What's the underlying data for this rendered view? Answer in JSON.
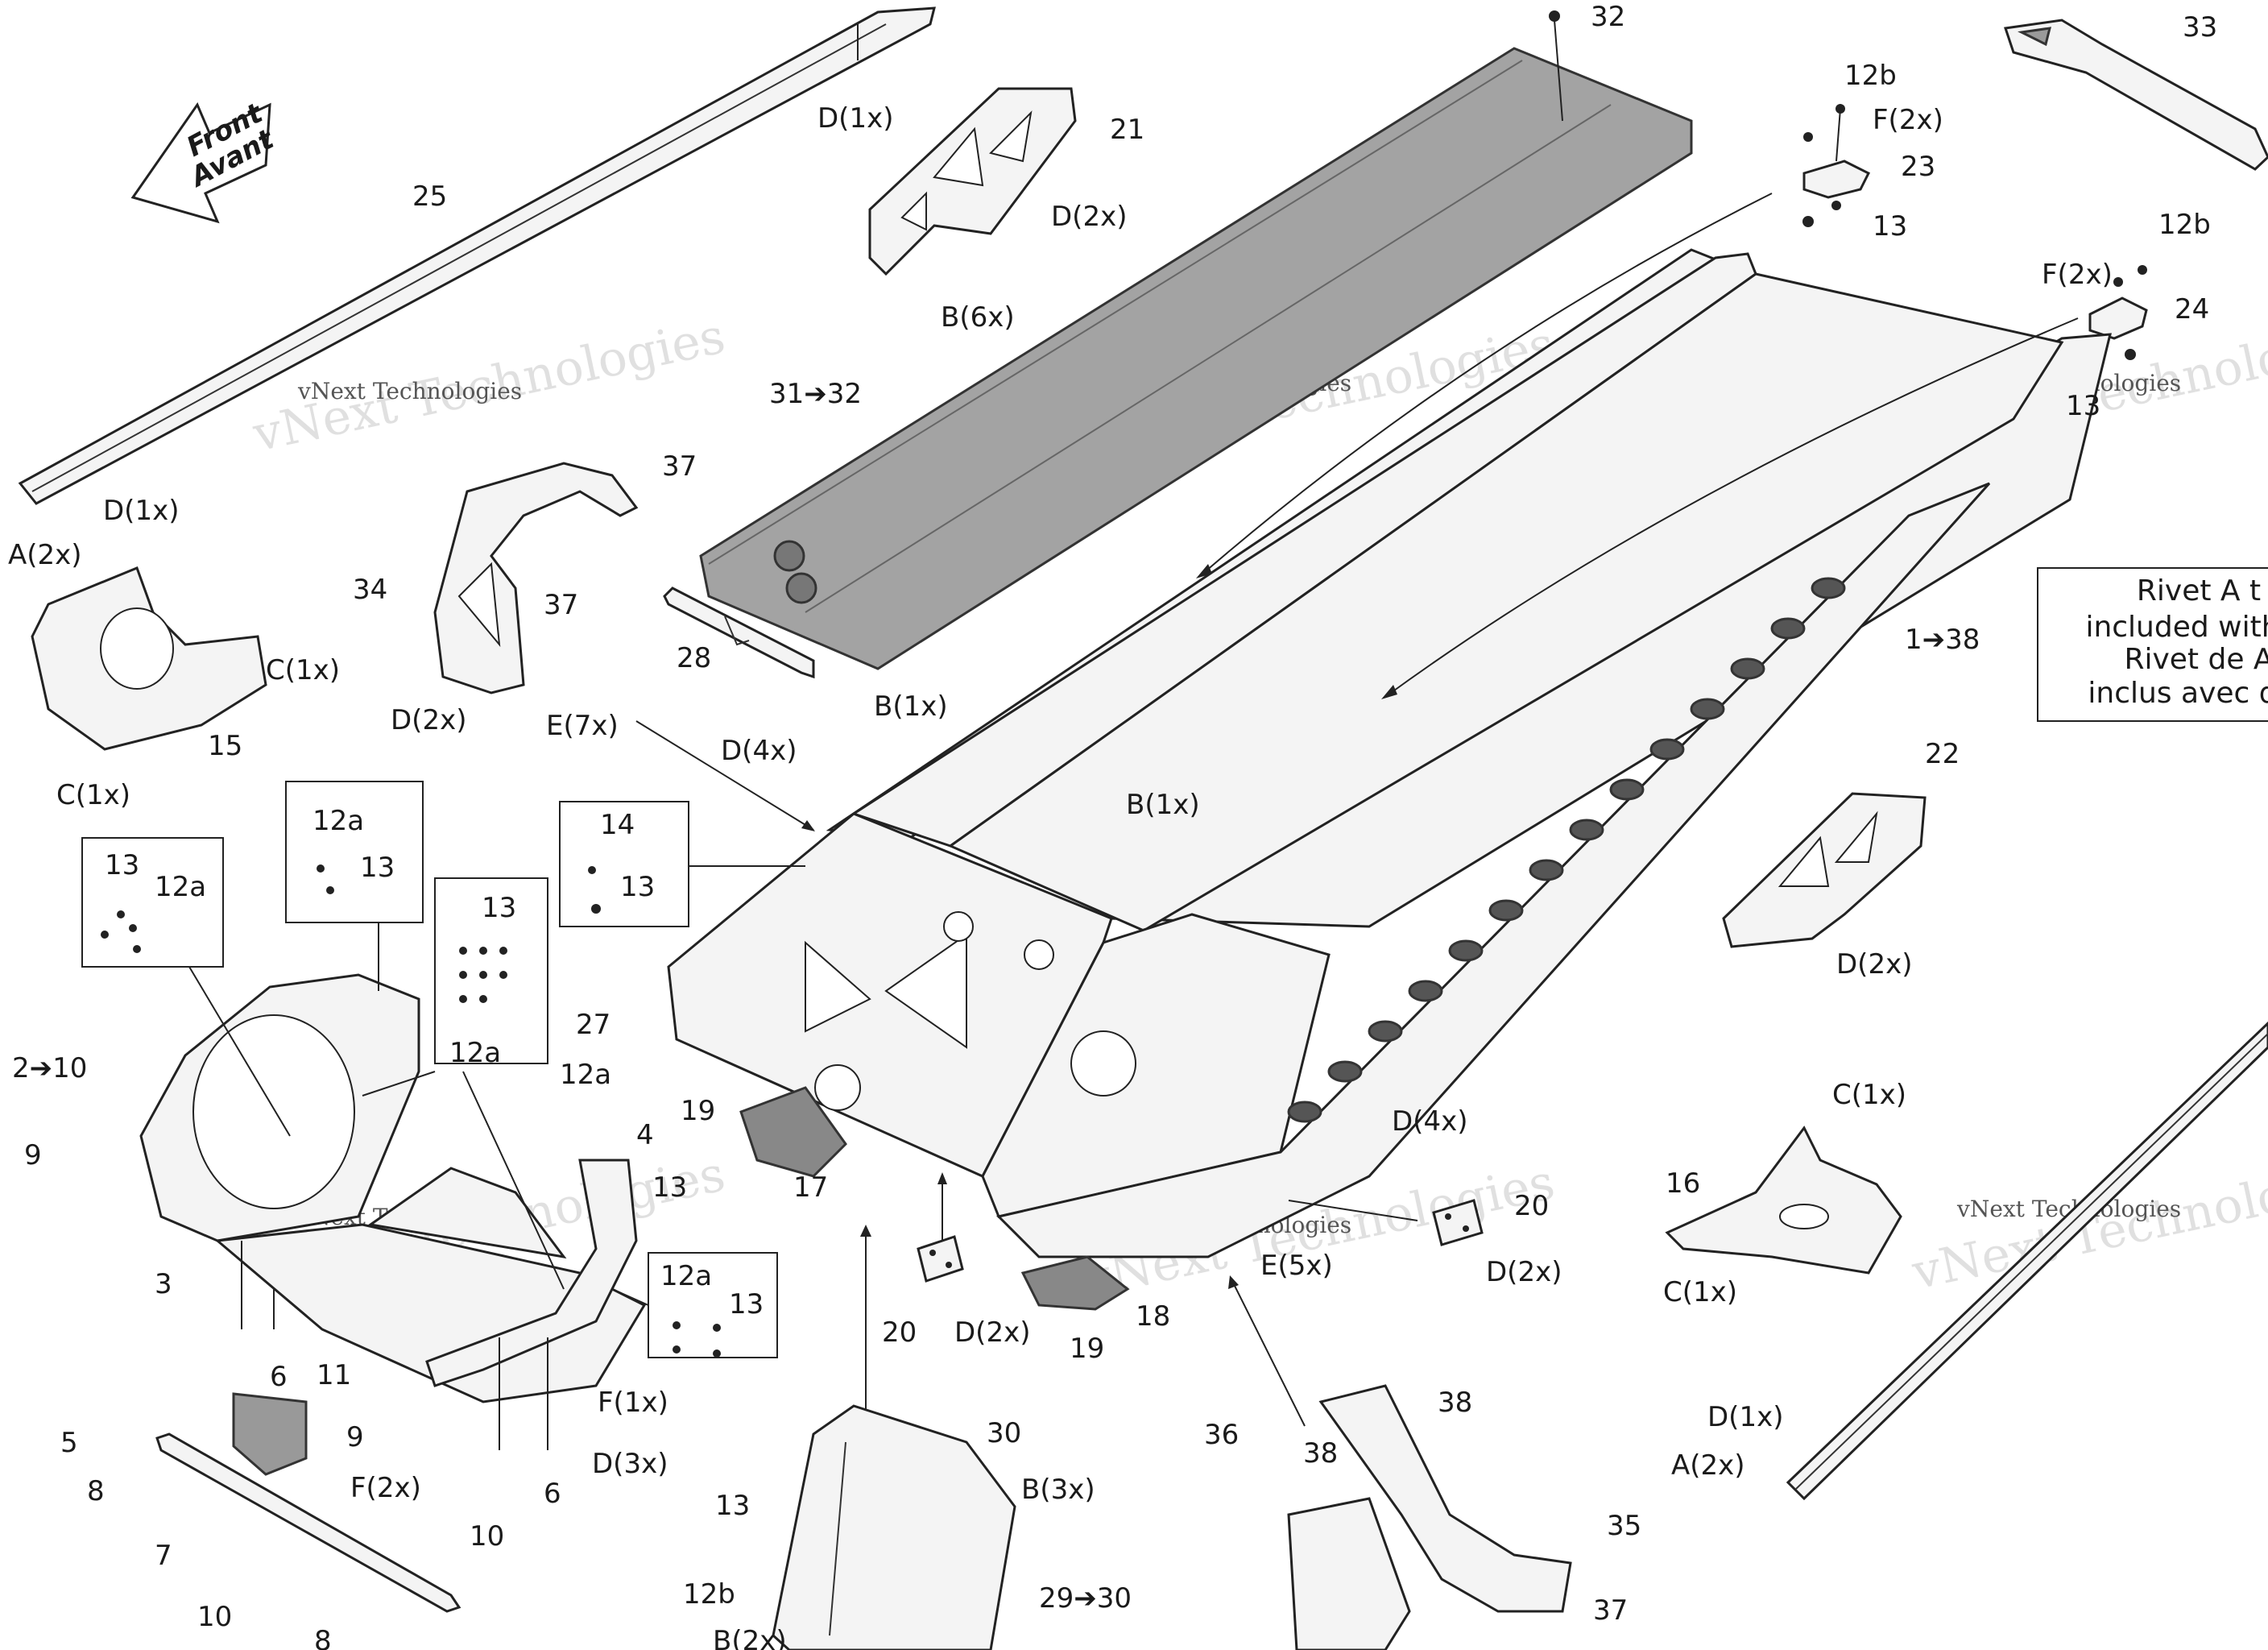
{
  "front_arrow": {
    "line1": "Front",
    "line2": "Avant"
  },
  "watermark": {
    "big": "vNext Technologies",
    "small": "vNext Technologies"
  },
  "rivet_note": {
    "line1": "Rivet A t",
    "line2": "included with",
    "line3": "Rivet de A",
    "line4": "inclus avec d"
  },
  "callouts": {
    "c32_top": "32",
    "c33": "33",
    "d1x_top": "D(1x)",
    "c21": "21",
    "d2x_21": "D(2x)",
    "c12b_top": "12b",
    "f2x_23": "F(2x)",
    "c23": "23",
    "c13_23": "13",
    "c25": "25",
    "c12b_24": "12b",
    "f2x_24": "F(2x)",
    "c24": "24",
    "c13_24": "13",
    "b6x": "B(6x)",
    "c31_32": "31➔32",
    "c37_a": "37",
    "d1x_left": "D(1x)",
    "a2x_left": "A(2x)",
    "c34": "34",
    "c37_b": "37",
    "c28": "28",
    "c1x_15a": "C(1x)",
    "c15": "15",
    "c1x_15b": "C(1x)",
    "d2x_34": "D(2x)",
    "e7x": "E(7x)",
    "b1x_a": "B(1x)",
    "d4x_a": "D(4x)",
    "b1x_b": "B(1x)",
    "c1_38": "1➔38",
    "c22": "22",
    "d2x_22": "D(2x)",
    "box1_13": "13",
    "box1_12a": "12a",
    "box2_12a": "12a",
    "box2_13": "13",
    "box3_13": "13",
    "box3_12a": "12a",
    "box4_14": "14",
    "box4_13": "13",
    "c27": "27",
    "c2_10": "2➔10",
    "c9_a": "9",
    "c12a_4": "12a",
    "c4": "4",
    "c13_4": "13",
    "c19_a": "19",
    "c17": "17",
    "d4x_b": "D(4x)",
    "c1x_16a": "C(1x)",
    "c16": "16",
    "c1x_16b": "C(1x)",
    "c20_a": "20",
    "d2x_20a": "D(2x)",
    "e5x": "E(5x)",
    "c3": "3",
    "box5_12a": "12a",
    "box5_13": "13",
    "c6_a": "6",
    "c11": "11",
    "c9_b": "9",
    "f1x": "F(1x)",
    "d3x": "D(3x)",
    "c20_b": "20",
    "d2x_20b": "D(2x)",
    "c18": "18",
    "c19_b": "19",
    "c5": "5",
    "f2x_11": "F(2x)",
    "c6_b": "6",
    "c8_a": "8",
    "c7": "7",
    "c10_a": "10",
    "c10_b": "10",
    "c8_b": "8",
    "c30": "30",
    "b3x": "B(3x)",
    "c13_29": "13",
    "c12b_29": "12b",
    "c29_30": "29➔30",
    "b2x": "B(2x)",
    "c36": "36",
    "c38_a": "38",
    "c38_b": "38",
    "c35": "35",
    "c37_c": "37",
    "d1x_right": "D(1x)",
    "a2x_right": "A(2x)"
  }
}
